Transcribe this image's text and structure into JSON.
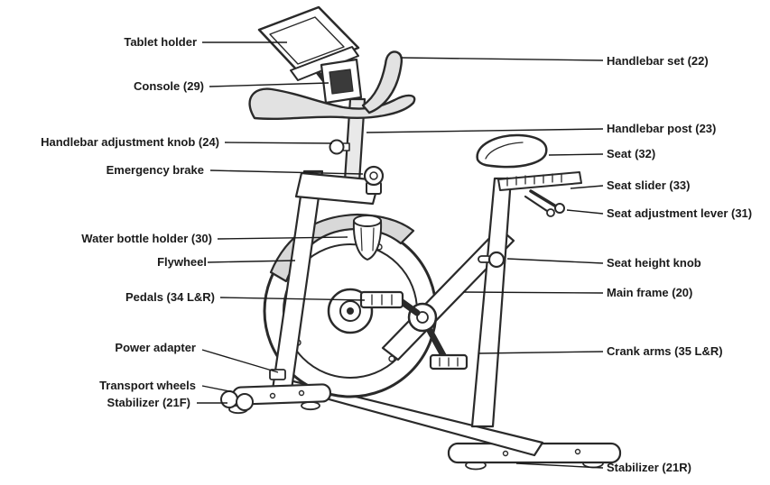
{
  "figure": {
    "type": "exercise-bike-parts-diagram",
    "background": "#ffffff",
    "line_color": "#1a1a1a",
    "labels": {
      "left": [
        "Tablet holder",
        "Console (29)",
        "Handlebar adjustment knob (24)",
        "Emergency brake",
        "Water bottle holder (30)",
        "Flywheel",
        "Pedals (34 L&R)",
        "Power adapter",
        "Transport wheels",
        "Stabilizer (21F)"
      ],
      "right": [
        "Handlebar set (22)",
        "Handlebar post (23)",
        "Seat (32)",
        "Seat slider (33)",
        "Seat adjustment lever (31)",
        "Seat height knob",
        "Main frame (20)",
        "Crank arms (35 L&R)",
        "Stabilizer (21R)"
      ]
    }
  }
}
